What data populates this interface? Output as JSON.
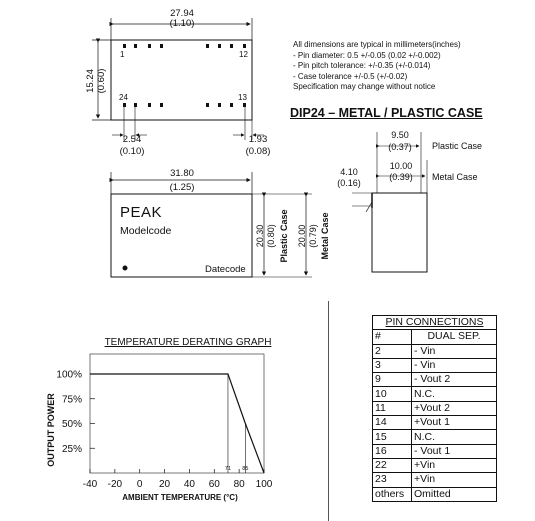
{
  "top_view": {
    "width_mm": "27.94",
    "width_in": "(1.10)",
    "height_mm": "15.24",
    "height_in": "(0.60)",
    "pin_1": "1",
    "pin_12": "12",
    "pin_24": "24",
    "pin_13": "13",
    "pin_pitch_mm": "2.54",
    "pin_pitch_in": "(0.10)",
    "edge_offset_mm": "1.93",
    "edge_offset_in": "(0.08)"
  },
  "notes": {
    "heading": "All dimensions are typical in millimeters(inches)",
    "lines": [
      "- Pin diameter: 0.5 +/-0.05 (0.02 +/-0.002)",
      "- Pin pitch tolerance: +/-0.35 (+/-0.014)",
      "- Case tolerance +/-0.5 (+/-0.02)",
      "Specification may change without notice"
    ]
  },
  "case_title": "DIP24 – METAL / PLASTIC CASE",
  "side_view": {
    "plastic_mm": "9.50",
    "plastic_in": "(0.37)",
    "plastic_label": "Plastic Case",
    "metal_mm": "10.00",
    "metal_in": "(0.39)",
    "metal_label": "Metal Case",
    "pin_len_mm": "4.10",
    "pin_len_in": "(0.16)"
  },
  "front_view": {
    "width_mm": "31.80",
    "width_in": "(1.25)",
    "brand": "PEAK",
    "model": "Modelcode",
    "date": "Datecode",
    "plastic_h_mm": "20.30",
    "plastic_h_in": "(0.80)",
    "plastic_label": "Plastic Case",
    "metal_h_mm": "20.00",
    "metal_h_in": "(0.79)",
    "metal_label": "Metal Case"
  },
  "chart_data": {
    "type": "line",
    "title": "TEMPERATURE DERATING GRAPH",
    "xlabel": "AMBIENT TEMPERATURE (°C)",
    "ylabel": "OUTPUT POWER",
    "xlim": [
      -40,
      100
    ],
    "ylim": [
      0,
      100
    ],
    "x_ticks": [
      "-40",
      "-20",
      "0",
      "20",
      "40",
      "60",
      "80",
      "100"
    ],
    "y_ticks": [
      "25%",
      "50%",
      "75%",
      "100%"
    ],
    "series": [
      {
        "x": [
          -40,
          71,
          85,
          100
        ],
        "y": [
          100,
          100,
          50,
          0
        ]
      }
    ],
    "annotations": [
      "71",
      "85"
    ]
  },
  "pin_table": {
    "title": "PIN CONNECTIONS",
    "col_hash": "#",
    "col_func": "DUAL SEP.",
    "rows": [
      {
        "pin": "2",
        "func": "- Vin"
      },
      {
        "pin": "3",
        "func": "- Vin"
      },
      {
        "pin": "9",
        "func": "- Vout 2"
      },
      {
        "pin": "10",
        "func": "N.C."
      },
      {
        "pin": "11",
        "func": "+Vout 2"
      },
      {
        "pin": "14",
        "func": "+Vout 1"
      },
      {
        "pin": "15",
        "func": "N.C."
      },
      {
        "pin": "16",
        "func": "- Vout 1"
      },
      {
        "pin": "22",
        "func": "+Vin"
      },
      {
        "pin": "23",
        "func": "+Vin"
      },
      {
        "pin": "others",
        "func": "Omitted"
      }
    ]
  },
  "colors": {
    "ink": "#111111",
    "rule": "#555555"
  }
}
